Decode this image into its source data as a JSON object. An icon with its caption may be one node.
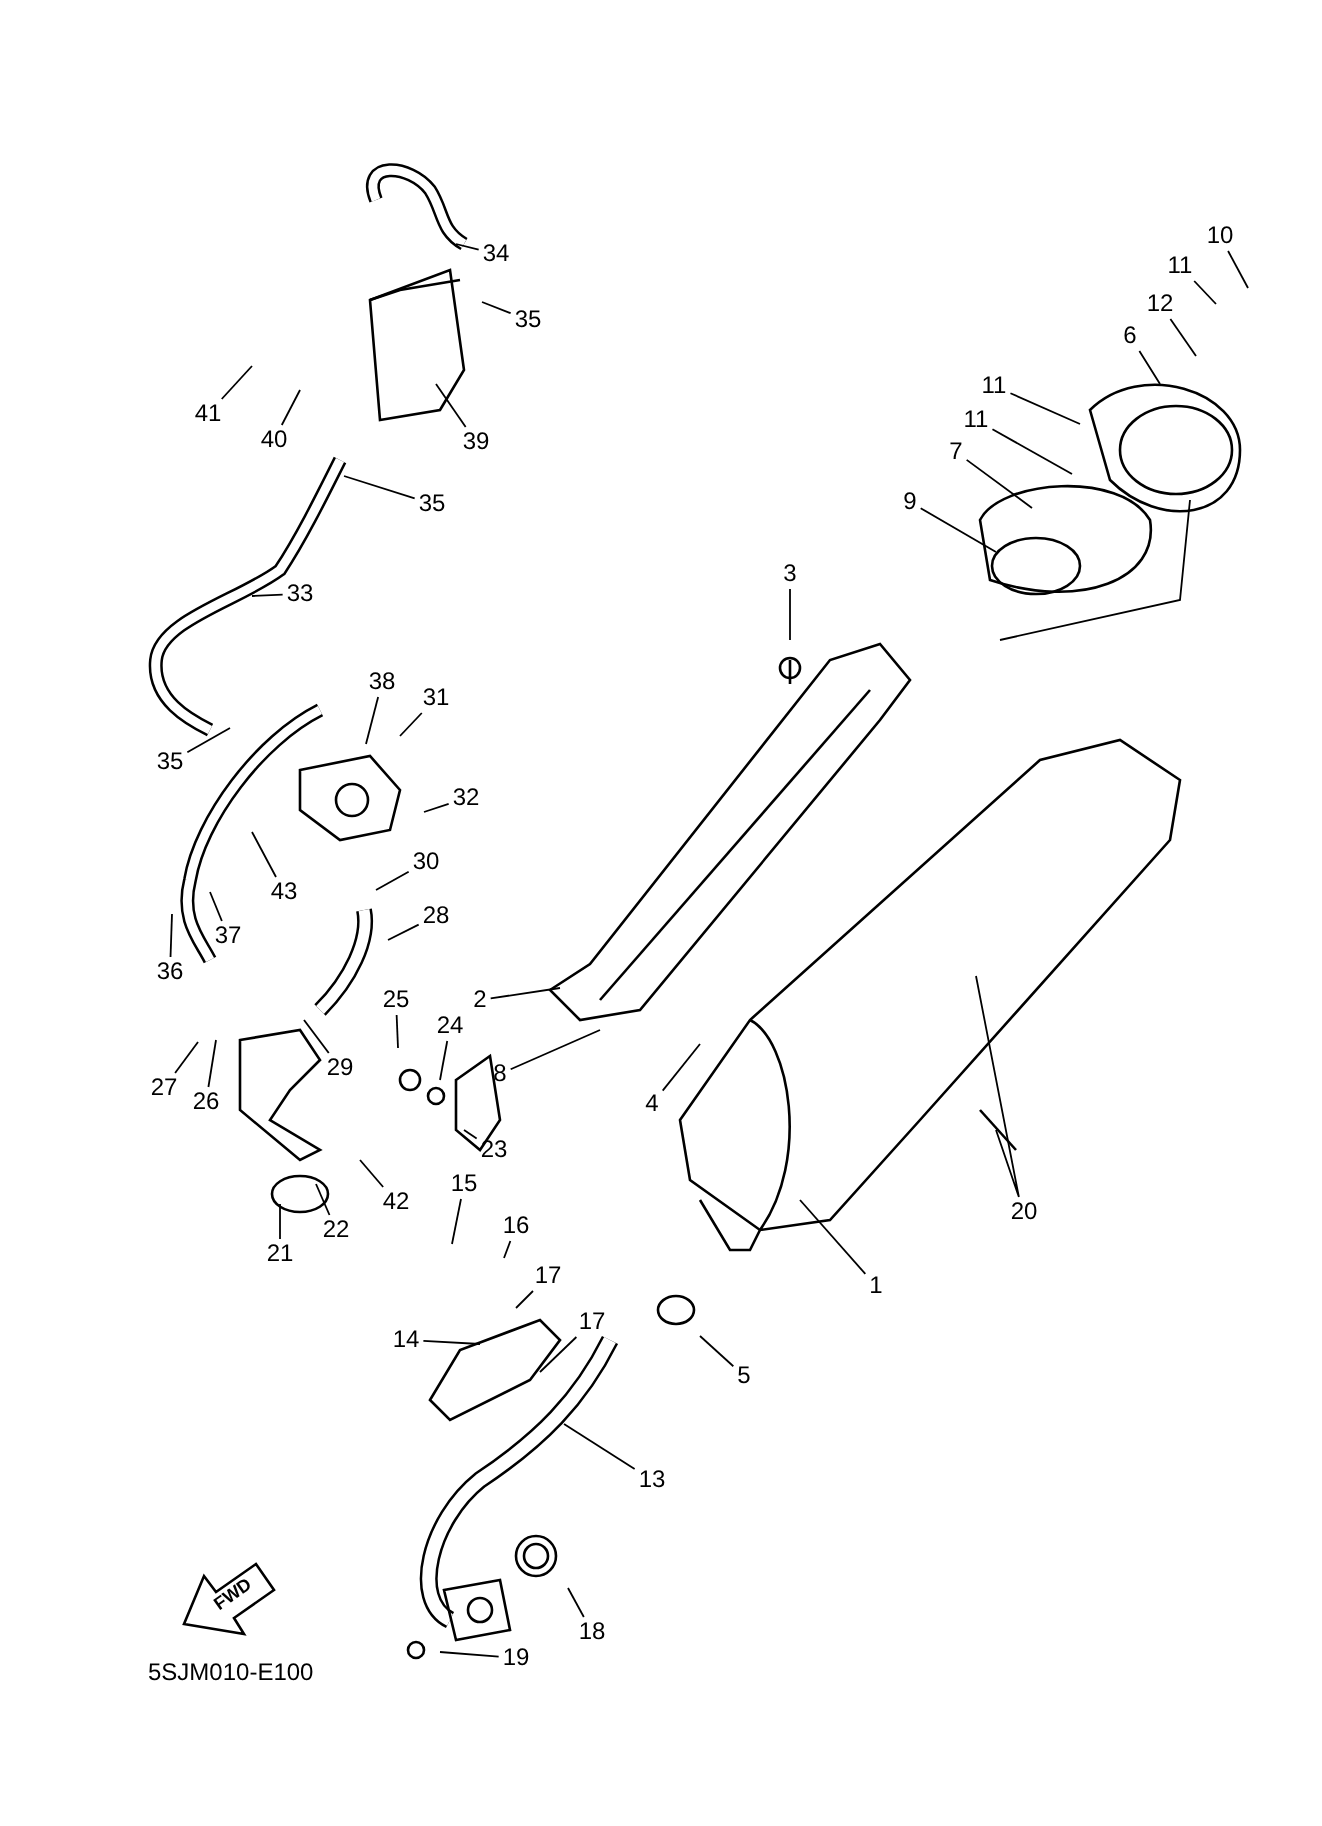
{
  "diagram": {
    "nodes": [
      {
        "text": [
          "10"
        ]
      },
      {
        "text": [
          "34"
        ]
      },
      {
        "text": [
          "11"
        ]
      },
      {
        "text": [
          "35"
        ]
      },
      {
        "text": [
          "12"
        ]
      },
      {
        "text": [
          "6"
        ]
      },
      {
        "text": [
          "11"
        ]
      },
      {
        "text": [
          "41"
        ]
      },
      {
        "text": [
          "11"
        ]
      },
      {
        "text": [
          "40"
        ]
      },
      {
        "text": [
          "39"
        ]
      },
      {
        "text": [
          "7"
        ]
      },
      {
        "text": [
          "9"
        ]
      },
      {
        "text": [
          "35"
        ]
      },
      {
        "text": [
          "3"
        ]
      },
      {
        "text": [
          "33"
        ]
      },
      {
        "text": [
          "38"
        ]
      },
      {
        "text": [
          "31"
        ]
      },
      {
        "text": [
          "35"
        ]
      },
      {
        "text": [
          "32"
        ]
      },
      {
        "text": [
          "30"
        ]
      },
      {
        "text": [
          "43"
        ]
      },
      {
        "text": [
          "28"
        ]
      },
      {
        "text": [
          "37"
        ]
      },
      {
        "text": [
          "36"
        ]
      },
      {
        "text": [
          "25"
        ]
      },
      {
        "text": [
          "2"
        ]
      },
      {
        "text": [
          "24"
        ]
      },
      {
        "text": [
          "29"
        ]
      },
      {
        "text": [
          "8"
        ]
      },
      {
        "text": [
          "27"
        ]
      },
      {
        "text": [
          "26"
        ]
      },
      {
        "text": [
          "4"
        ]
      },
      {
        "text": [
          "23"
        ]
      },
      {
        "text": [
          "15"
        ]
      },
      {
        "text": [
          "42"
        ]
      },
      {
        "text": [
          "20"
        ]
      },
      {
        "text": [
          "16"
        ]
      },
      {
        "text": [
          "22"
        ]
      },
      {
        "text": [
          "21"
        ]
      },
      {
        "text": [
          "17"
        ]
      },
      {
        "text": [
          "1"
        ]
      },
      {
        "text": [
          "17"
        ]
      },
      {
        "text": [
          "14"
        ]
      },
      {
        "text": [
          "5"
        ]
      },
      {
        "text": [
          "13"
        ]
      },
      {
        "text": [
          "18"
        ]
      },
      {
        "text": [
          "19"
        ]
      }
    ],
    "edges": [
      {
        "from": 0,
        "to": null,
        "arrow": "none"
      },
      {
        "from": 1,
        "to": null,
        "arrow": "none"
      },
      {
        "from": 2,
        "to": null,
        "arrow": "none"
      },
      {
        "from": 3,
        "to": null,
        "arrow": "none"
      },
      {
        "from": 4,
        "to": null,
        "arrow": "none"
      },
      {
        "from": 5,
        "to": null,
        "arrow": "none"
      },
      {
        "from": 6,
        "to": null,
        "arrow": "none"
      },
      {
        "from": 7,
        "to": null,
        "arrow": "none"
      },
      {
        "from": 8,
        "to": null,
        "arrow": "none"
      },
      {
        "from": 9,
        "to": null,
        "arrow": "none"
      },
      {
        "from": 10,
        "to": null,
        "arrow": "none"
      },
      {
        "from": 11,
        "to": null,
        "arrow": "none"
      },
      {
        "from": 12,
        "to": null,
        "arrow": "none"
      },
      {
        "from": 13,
        "to": null,
        "arrow": "none"
      },
      {
        "from": 14,
        "to": null,
        "arrow": "none"
      },
      {
        "from": 15,
        "to": null,
        "arrow": "none"
      },
      {
        "from": 16,
        "to": null,
        "arrow": "none"
      },
      {
        "from": 17,
        "to": null,
        "arrow": "none"
      },
      {
        "from": 18,
        "to": null,
        "arrow": "none"
      },
      {
        "from": 19,
        "to": null,
        "arrow": "none"
      },
      {
        "from": 20,
        "to": null,
        "arrow": "none"
      },
      {
        "from": 21,
        "to": null,
        "arrow": "none"
      },
      {
        "from": 22,
        "to": null,
        "arrow": "none"
      },
      {
        "from": 23,
        "to": null,
        "arrow": "none"
      },
      {
        "from": 24,
        "to": null,
        "arrow": "none"
      },
      {
        "from": 25,
        "to": null,
        "arrow": "none"
      },
      {
        "from": 26,
        "to": null,
        "arrow": "none"
      },
      {
        "from": 27,
        "to": null,
        "arrow": "none"
      },
      {
        "from": 28,
        "to": null,
        "arrow": "none"
      },
      {
        "from": 29,
        "to": null,
        "arrow": "none"
      },
      {
        "from": 30,
        "to": null,
        "arrow": "none"
      },
      {
        "from": 31,
        "to": null,
        "arrow": "none"
      },
      {
        "from": 32,
        "to": null,
        "arrow": "none"
      },
      {
        "from": 33,
        "to": null,
        "arrow": "none"
      },
      {
        "from": 34,
        "to": null,
        "arrow": "none"
      },
      {
        "from": 35,
        "to": null,
        "arrow": "none"
      },
      {
        "from": 36,
        "to": null,
        "arrow": "none"
      },
      {
        "from": 37,
        "to": null,
        "arrow": "none"
      },
      {
        "from": 38,
        "to": null,
        "arrow": "none"
      },
      {
        "from": 39,
        "to": null,
        "arrow": "none"
      },
      {
        "from": 40,
        "to": null,
        "arrow": "none"
      },
      {
        "from": 41,
        "to": null,
        "arrow": "none"
      },
      {
        "from": 42,
        "to": null,
        "arrow": "none"
      },
      {
        "from": 43,
        "to": null,
        "arrow": "none"
      },
      {
        "from": 44,
        "to": null,
        "arrow": "none"
      },
      {
        "from": 45,
        "to": null,
        "arrow": "none"
      },
      {
        "from": 46,
        "to": null,
        "arrow": "none"
      },
      {
        "from": 47,
        "to": null,
        "arrow": "none"
      }
    ],
    "labels": [
      "FWD",
      "5SJM010-E100"
    ]
  }
}
